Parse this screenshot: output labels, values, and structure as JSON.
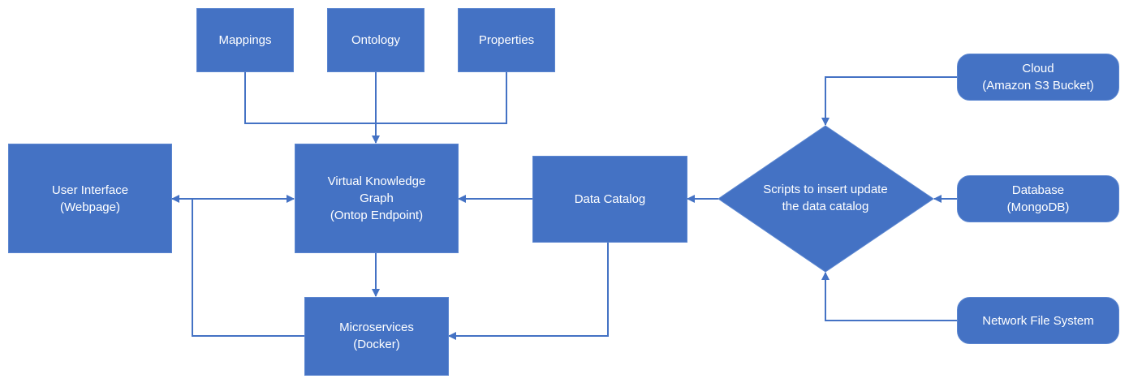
{
  "diagram": {
    "colors": {
      "node_fill": "#4472C4",
      "edge": "#4472C4",
      "text": "#FFFFFF"
    },
    "nodes": {
      "mappings": {
        "label": "Mappings",
        "shape": "rectangle"
      },
      "ontology": {
        "label": "Ontology",
        "shape": "rectangle"
      },
      "properties": {
        "label": "Properties",
        "shape": "rectangle"
      },
      "user_interface": {
        "label": "User Interface\n(Webpage)",
        "shape": "rectangle"
      },
      "vkg": {
        "label": "Virtual Knowledge\nGraph\n(Ontop Endpoint)",
        "shape": "rectangle"
      },
      "data_catalog": {
        "label": "Data Catalog",
        "shape": "rectangle"
      },
      "microservices": {
        "label": "Microservices\n(Docker)",
        "shape": "rectangle"
      },
      "scripts": {
        "label": "Scripts to insert update\nthe data catalog",
        "shape": "diamond"
      },
      "cloud": {
        "label": "Cloud\n(Amazon S3 Bucket)",
        "shape": "rounded-rectangle"
      },
      "database": {
        "label": "Database\n(MongoDB)",
        "shape": "rounded-rectangle"
      },
      "nfs": {
        "label": "Network File System",
        "shape": "rounded-rectangle"
      }
    },
    "edges": [
      {
        "from": "mappings",
        "to": "vkg"
      },
      {
        "from": "ontology",
        "to": "vkg"
      },
      {
        "from": "properties",
        "to": "vkg"
      },
      {
        "from": "user_interface",
        "to": "vkg",
        "bidirectional": true
      },
      {
        "from": "microservices",
        "to": "user_interface"
      },
      {
        "from": "vkg",
        "to": "microservices"
      },
      {
        "from": "data_catalog",
        "to": "vkg"
      },
      {
        "from": "data_catalog",
        "to": "microservices"
      },
      {
        "from": "scripts",
        "to": "data_catalog"
      },
      {
        "from": "cloud",
        "to": "scripts"
      },
      {
        "from": "database",
        "to": "scripts"
      },
      {
        "from": "nfs",
        "to": "scripts"
      }
    ]
  }
}
